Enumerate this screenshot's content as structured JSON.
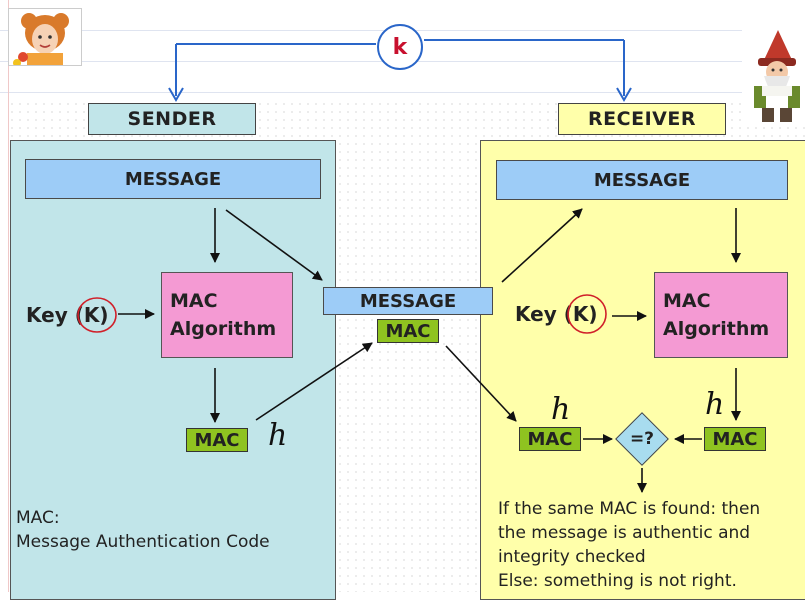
{
  "key": {
    "label": "k"
  },
  "sender": {
    "title": "SENDER",
    "message": "MESSAGE",
    "key_label": "Key",
    "key_symbol": "(K)",
    "algo_line1": "MAC",
    "algo_line2": "Algorithm",
    "mac": "MAC",
    "note_line1": "MAC:",
    "note_line2": "Message Authentication Code"
  },
  "channel": {
    "message": "MESSAGE",
    "mac": "MAC"
  },
  "receiver": {
    "title": "RECEIVER",
    "message": "MESSAGE",
    "key_label": "Key",
    "key_symbol": "(K)",
    "algo_line1": "MAC",
    "algo_line2": "Algorithm",
    "mac_received": "MAC",
    "mac_computed": "MAC",
    "compare": "=?",
    "result_lines": [
      "If the same MAC is found: then",
      "the message is authentic and",
      "integrity checked",
      "Else: something is not right."
    ]
  },
  "annotations": {
    "h1": "h",
    "h2": "h",
    "h3": "h"
  },
  "colors": {
    "sender_bg": "#c1e5e9",
    "receiver_bg": "#ffffaa",
    "message_bar": "#9dccf7",
    "mac_algorithm": "#f49ad3",
    "mac_tag": "#8fc320",
    "key_text": "#c8102e",
    "connector": "#2a66c9",
    "handwritten_circle": "#d0202a"
  }
}
